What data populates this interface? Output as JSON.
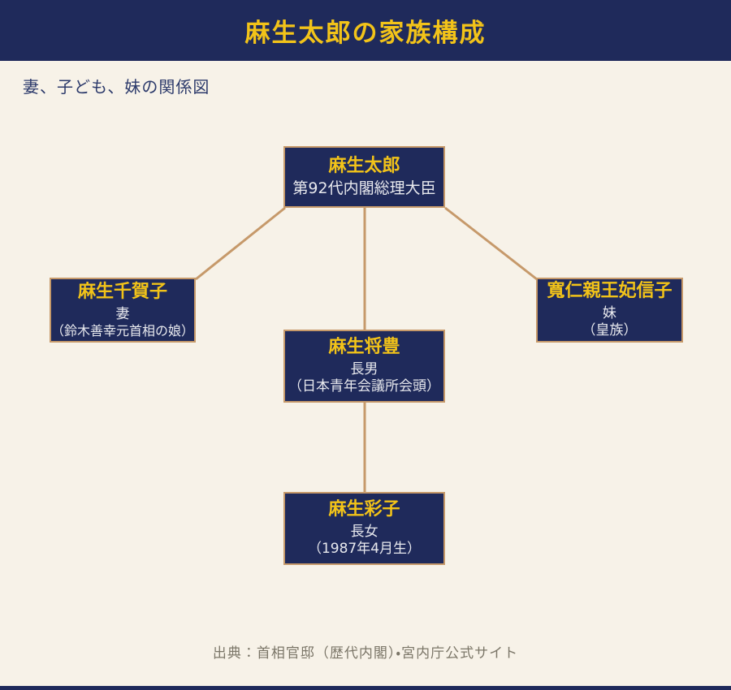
{
  "page": {
    "title": "麻生太郎の家族構成",
    "subtitle": "妻、子ども、妹の関係図",
    "source": "出典：首相官邸（歴代内閣）・宮内庁公式サイト"
  },
  "colors": {
    "navy": "#1f2a5b",
    "gold": "#f2c319",
    "cream_background": "#f7f2e8",
    "tan_border_lines": "#c6996a",
    "box_subtext": "#e8e9ee",
    "subtitle_text": "#2c3a6b",
    "source_text": "#7b7668"
  },
  "diagram": {
    "nodes": [
      {
        "id": "taro",
        "name": "麻生太郎",
        "lines": [
          "第92代内閣総理大臣"
        ]
      },
      {
        "id": "chikako",
        "name": "麻生千賀子",
        "lines": [
          "妻",
          "（鈴木善幸元首相の娘）"
        ]
      },
      {
        "id": "nobuko",
        "name": "寬仁親王妃信子",
        "lines": [
          "妹",
          "（皇族）"
        ]
      },
      {
        "id": "masahiro",
        "name": "麻生将豊",
        "lines": [
          "長男",
          "（日本青年会議所会頭）"
        ]
      },
      {
        "id": "ayako",
        "name": "麻生彩子",
        "lines": [
          "長女",
          "（1987年4月生）"
        ]
      }
    ],
    "relations": [
      "麻生太郎 - 麻生千賀子",
      "麻生太郎 - 寬仁親王妃信子",
      "麻生太郎 - 麻生将豊",
      "麻生将豊 - 麻生彩子"
    ]
  }
}
